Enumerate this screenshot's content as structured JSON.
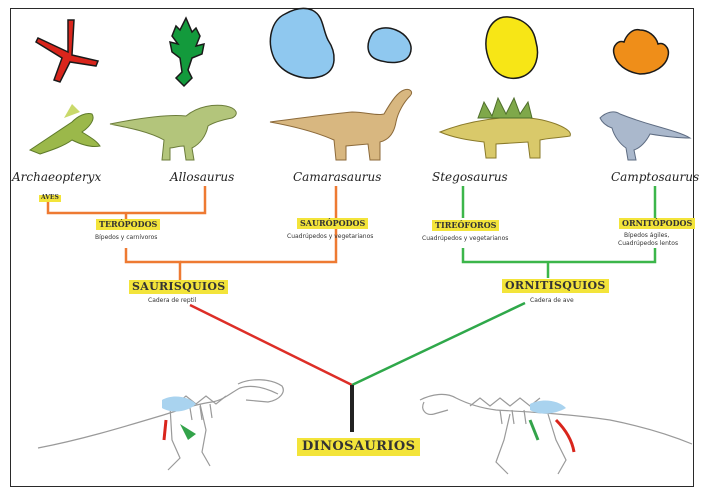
{
  "species": [
    {
      "key": "archaeopteryx",
      "name": "Archaeopteryx"
    },
    {
      "key": "allosaurus",
      "name": "Allosaurus"
    },
    {
      "key": "camarasaurus",
      "name": "Camarasaurus"
    },
    {
      "key": "stegosaurus",
      "name": "Stegosaurus"
    },
    {
      "key": "camptosaurus",
      "name": "Camptosaurus"
    }
  ],
  "footprint_colors": {
    "archaeopteryx": "#d9251c",
    "allosaurus": "#139a3c",
    "camarasaurus": "#8fc8ef",
    "stegosaurus": "#f7e616",
    "camptosaurus": "#ef8e19"
  },
  "branch_colors": {
    "saurischia": "#ee7a32",
    "ornithischia": "#3cb64a",
    "red": "#dd2e27",
    "green": "#2fa84a",
    "trunk": "#222222"
  },
  "clades": {
    "aves": {
      "label": "AVES"
    },
    "teropodos": {
      "label": "TERÓPODOS",
      "desc": "Bípedos y carnívoros"
    },
    "sauropodos": {
      "label": "SAURÓPODOS",
      "desc": "Cuadrúpedos y vegetarianos"
    },
    "tireoforos": {
      "label": "TIREÓFOROS",
      "desc": "Cuadrúpedos y vegetarianos"
    },
    "ornitopodos": {
      "label": "ORNITÓPODOS",
      "desc1": "Bípedos ágiles,",
      "desc2": "Cuadrúpedos lentos"
    },
    "saurisquios": {
      "label": "SAURISQUIOS",
      "desc": "Cadera de reptil"
    },
    "ornitisquios": {
      "label": "ORNITISQUIOS",
      "desc": "Cadera de ave"
    },
    "root": {
      "label": "DINOSAURIOS"
    }
  }
}
